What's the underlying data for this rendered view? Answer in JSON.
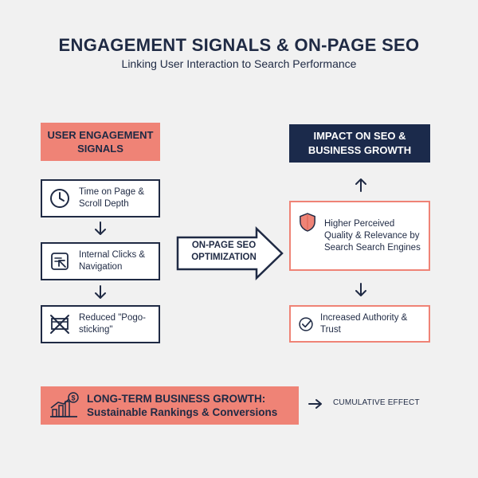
{
  "header": {
    "title": "ENGAGEMENT SIGNALS & ON-PAGE SEO",
    "subtitle": "Linking User Interaction to Search Performance"
  },
  "left_column": {
    "heading": "USER ENGAGEMENT SIGNALS",
    "items": [
      {
        "label": "Time on Page & Scroll Depth",
        "icon": "clock-icon"
      },
      {
        "label": "Internal Clicks & Navigation",
        "icon": "click-navigation-icon"
      },
      {
        "label": "Reduced \"Pogo-sticking\"",
        "icon": "pogo-sticking-crossed-icon"
      }
    ]
  },
  "middle": {
    "arrow_label": "ON-PAGE SEO OPTIMIZATION"
  },
  "right_column": {
    "heading": "IMPACT ON SEO & BUSINESS GROWTH",
    "items": [
      {
        "label": "Higher Perceived Quality & Relevance by Search Search Engines",
        "icon": "shield-icon"
      },
      {
        "label": "Increased Authority & Trust",
        "icon": "check-circle-icon"
      }
    ]
  },
  "bottom": {
    "label": "LONG-TERM BUSINESS GROWTH: Sustainable Rankings & Conversions",
    "icon": "growth-chart-dollar-icon",
    "side_label": "CUMULATIVE EFFECT"
  },
  "colors": {
    "navy": "#1b2a4b",
    "salmon": "#ef8376",
    "background": "#f1f1f1"
  }
}
